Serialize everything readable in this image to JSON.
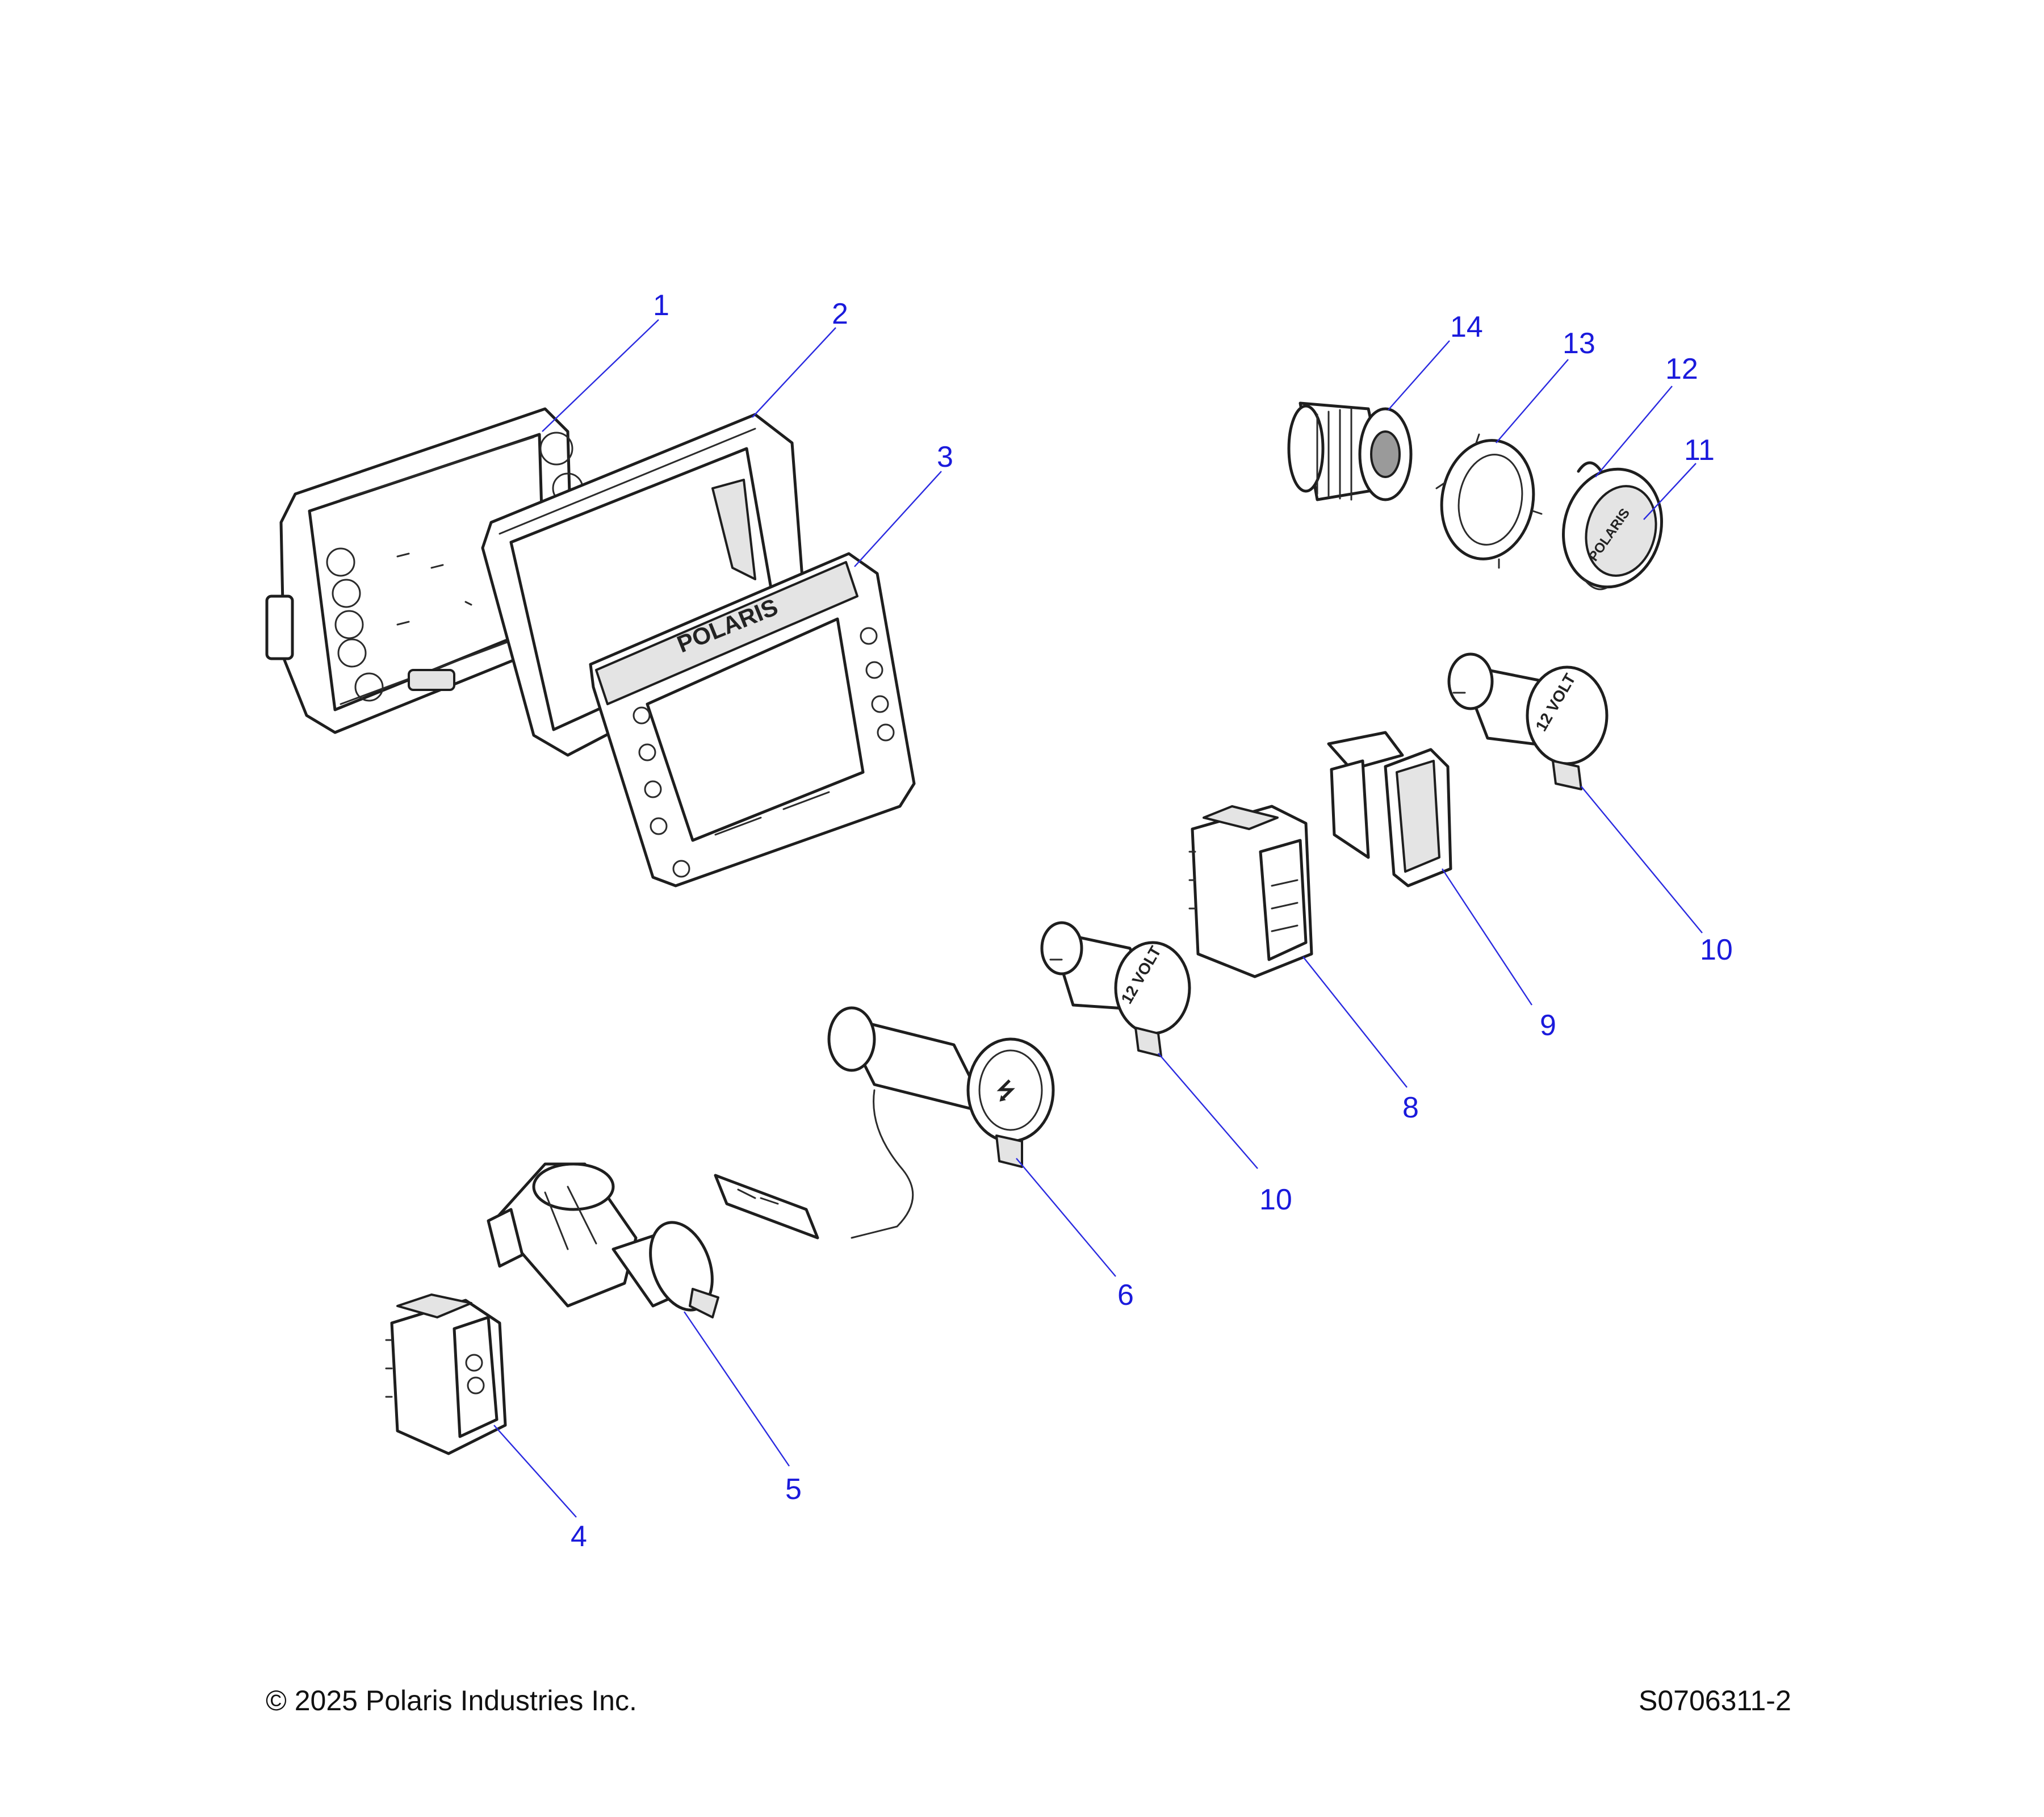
{
  "callouts": [
    {
      "id": "1",
      "label": "1"
    },
    {
      "id": "2",
      "label": "2"
    },
    {
      "id": "3",
      "label": "3"
    },
    {
      "id": "4",
      "label": "4"
    },
    {
      "id": "5",
      "label": "5"
    },
    {
      "id": "6",
      "label": "6"
    },
    {
      "id": "8",
      "label": "8"
    },
    {
      "id": "9",
      "label": "9"
    },
    {
      "id": "10a",
      "label": "10"
    },
    {
      "id": "10b",
      "label": "10"
    },
    {
      "id": "11",
      "label": "11"
    },
    {
      "id": "12",
      "label": "12"
    },
    {
      "id": "13",
      "label": "13"
    },
    {
      "id": "14",
      "label": "14"
    }
  ],
  "part_markings": {
    "bezel_logo": "POLARIS",
    "cap_logo": "POLARIS",
    "outlet_label": "12 VOLT",
    "usb_symbol": "⭍"
  },
  "footer": {
    "copyright": "© 2025 Polaris Industries Inc.",
    "drawing_number": "S0706311-2"
  },
  "colors": {
    "callout_text": "#1a1adc",
    "leader_line": "#2a2ae0",
    "line_art": "#1e1e1e",
    "background": "#ffffff"
  }
}
